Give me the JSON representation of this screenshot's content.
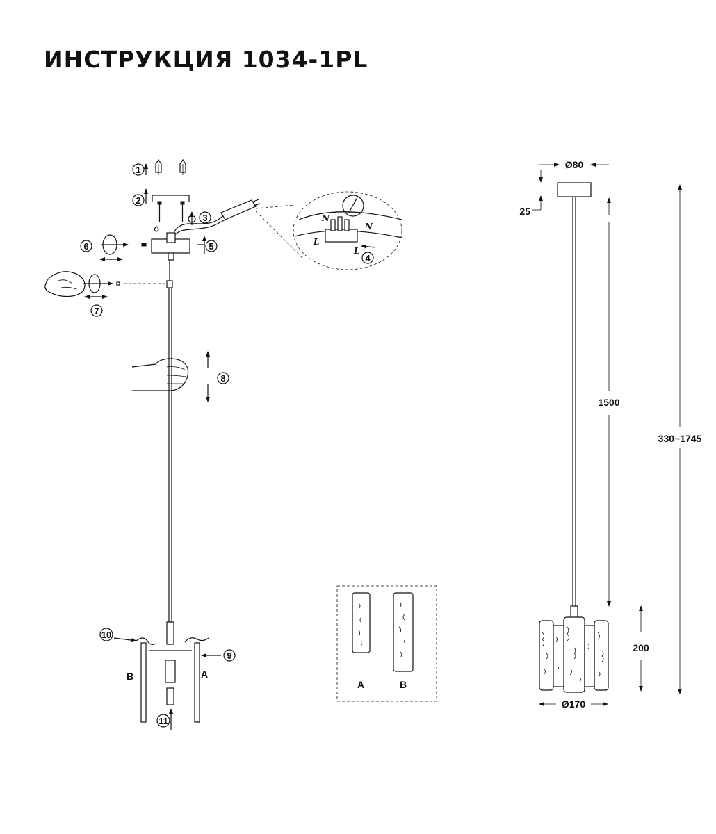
{
  "title": "ИНСТРУКЦИЯ 1034-1PL",
  "steps": [
    "1",
    "2",
    "3",
    "4",
    "5",
    "6",
    "7",
    "8",
    "9",
    "10",
    "11"
  ],
  "wire_labels": {
    "neutral": "N",
    "live": "L"
  },
  "shade_labels": {
    "a": "A",
    "b": "B"
  },
  "dimensions": {
    "canopy_diameter": "Ø80",
    "canopy_height": "25",
    "cable_length": "1500",
    "total_height": "330~1745",
    "shade_height": "200",
    "shade_diameter": "Ø170"
  }
}
